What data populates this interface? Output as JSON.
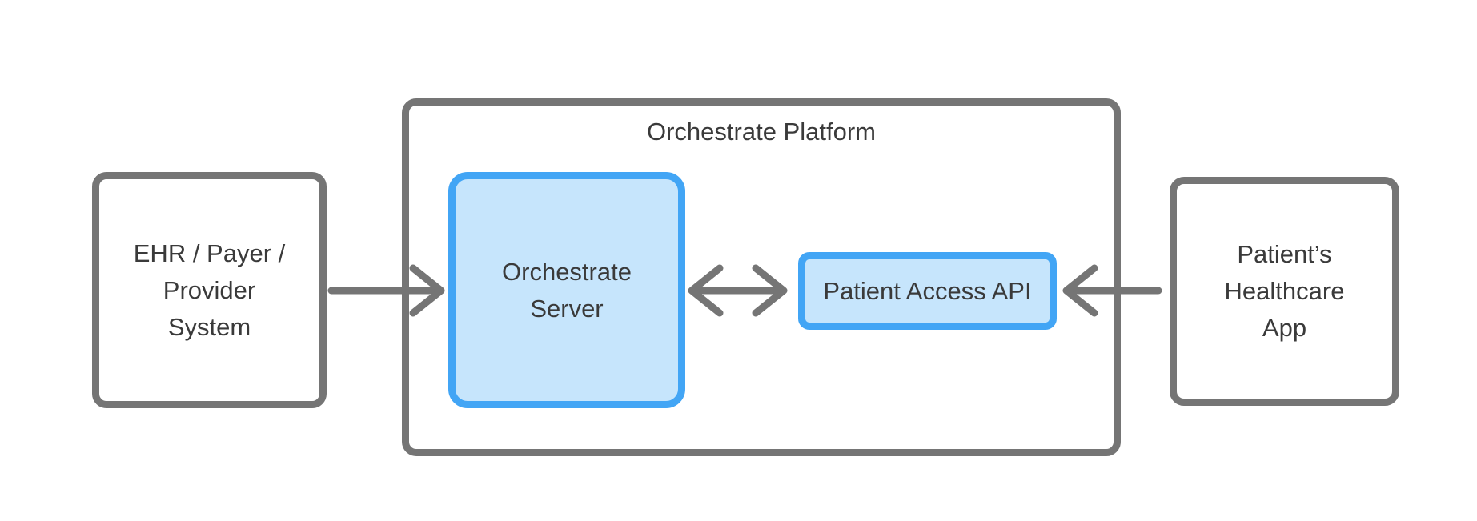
{
  "diagram": {
    "title": "Orchestrate Platform integration diagram",
    "colors": {
      "background": "#ffffff",
      "gray_border": "#757575",
      "arrow_gray": "#757575",
      "blue_border": "#42a5f5",
      "blue_fill": "#c6e5fc",
      "text": "#3a3a3a"
    },
    "nodes": {
      "ehr_system": {
        "label": "EHR / Payer /\nProvider\nSystem"
      },
      "platform": {
        "title": "Orchestrate Platform"
      },
      "server": {
        "label": "Orchestrate\nServer"
      },
      "api": {
        "label": "Patient Access API"
      },
      "patient_app": {
        "label": "Patient’s\nHealthcare\nApp"
      }
    },
    "edges": [
      {
        "from": "ehr_system",
        "to": "server",
        "direction": "right",
        "style": "open-chevron-arrow"
      },
      {
        "from": "server",
        "to": "api",
        "direction": "both",
        "style": "open-chevron-arrow"
      },
      {
        "from": "patient_app",
        "to": "api",
        "direction": "left",
        "style": "open-chevron-arrow"
      }
    ]
  }
}
